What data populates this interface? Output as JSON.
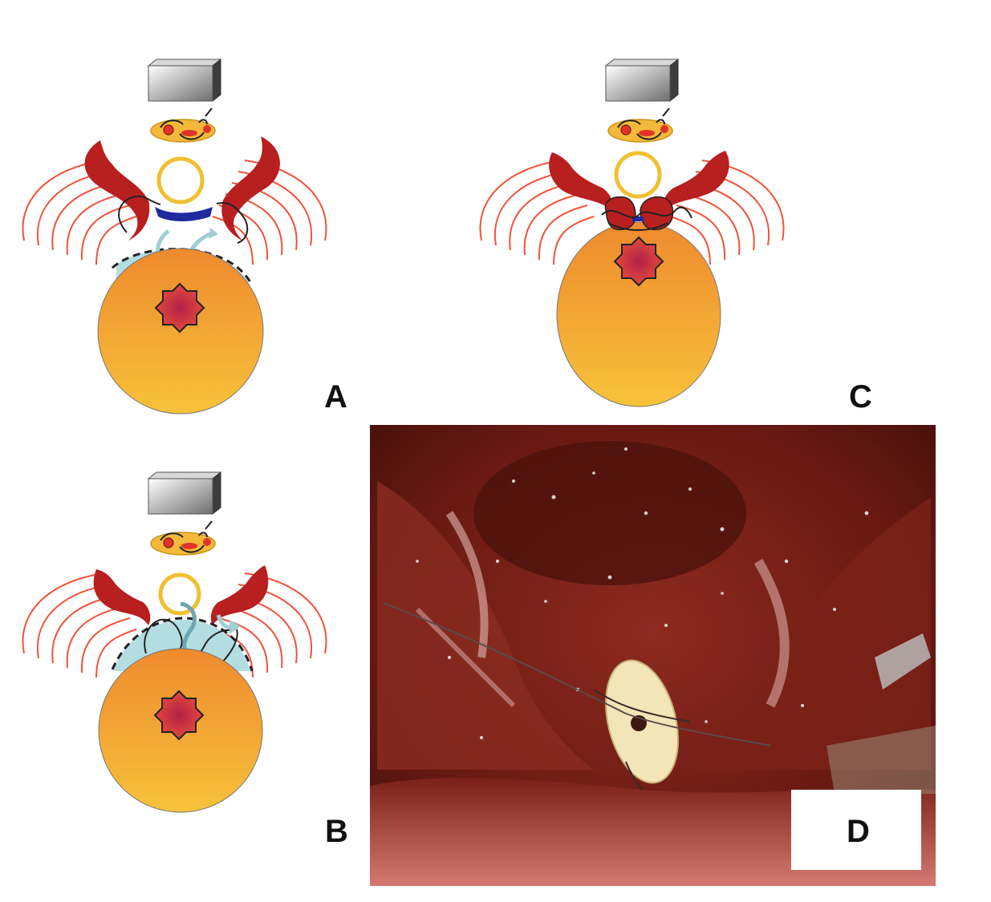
{
  "figure": {
    "panels": [
      {
        "id": "A",
        "letter": "A",
        "kind": "schematic",
        "variant": "open-flap"
      },
      {
        "id": "B",
        "letter": "B",
        "kind": "schematic",
        "variant": "suturing"
      },
      {
        "id": "C",
        "letter": "C",
        "kind": "schematic",
        "variant": "closed"
      },
      {
        "id": "D",
        "letter": "D",
        "kind": "intraoperative-photograph"
      }
    ],
    "icons": [
      "block-icon",
      "vertebral-arch-icon",
      "lamina-icon",
      "spinal-canal-ring-icon",
      "paraspinal-muscle-arcs-icon",
      "vertebral-body-icon",
      "lesion-star-icon",
      "suture-icon",
      "arrow-icon"
    ],
    "colors": {
      "body_top": "#ee8a2e",
      "body_bottom": "#f7c23a",
      "lamina": "#b81f1f",
      "muscle_arcs": "#f0533a",
      "ring": "#f0c030",
      "ligament": "#1f2a9e",
      "cap": "#b4dde2",
      "lesion": "#d63a3a",
      "photo_tissue": "#7a1d14",
      "graft": "#f2e6b8"
    }
  }
}
